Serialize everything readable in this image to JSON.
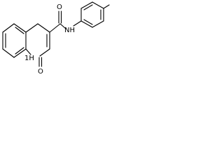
{
  "structure": {
    "labels": {
      "ring_nh": "1H",
      "amide_nh": "NH",
      "carbonyl_top_o": "O",
      "carbonyl_bottom_o": "O"
    }
  }
}
